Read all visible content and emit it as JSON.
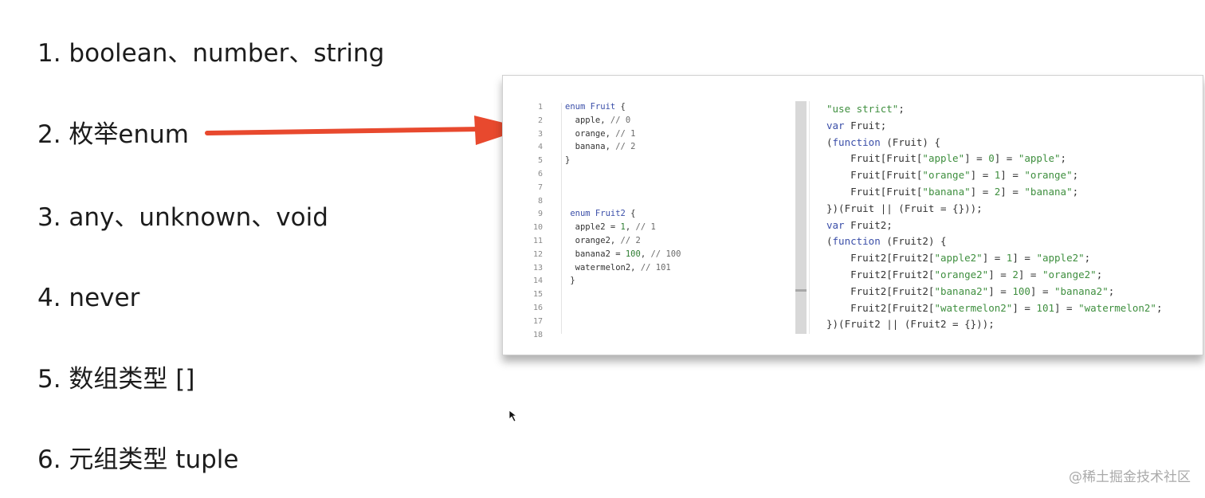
{
  "topics": [
    "1. boolean、number、string",
    "2. 枚举enum",
    "3. any、unknown、void",
    "4. never",
    "5. 数组类型 []",
    "6. 元组类型 tuple"
  ],
  "arrow_color": "#e8492e",
  "source_code": {
    "line_numbers": [
      "1",
      "2",
      "3",
      "4",
      "5",
      "6",
      "7",
      "8",
      "9",
      "10",
      "11",
      "12",
      "13",
      "14",
      "15",
      "16",
      "17",
      "18"
    ],
    "lines": [
      {
        "kw": "enum Fruit",
        "rest": " {"
      },
      {
        "text": "  apple, ",
        "comment": "// 0"
      },
      {
        "text": "  orange, ",
        "comment": "// 1"
      },
      {
        "text": "  banana, ",
        "comment": "// 2"
      },
      {
        "text": "}"
      },
      {
        "text": ""
      },
      {
        "text": ""
      },
      {
        "text": ""
      },
      {
        "kw": " enum Fruit2",
        "rest": " {"
      },
      {
        "text": "  apple2 = ",
        "num": "1",
        "after": ", ",
        "comment": "// 1"
      },
      {
        "text": "  orange2, ",
        "comment": "// 2"
      },
      {
        "text": "  banana2 = ",
        "num": "100",
        "after": ", ",
        "comment": "// 100"
      },
      {
        "text": "  watermelon2, ",
        "comment": "// 101"
      },
      {
        "text": " }"
      }
    ]
  },
  "compiled_output": [
    "\"use strict\";",
    "var Fruit;",
    "(function (Fruit) {",
    "    Fruit[Fruit[\"apple\"] = 0] = \"apple\";",
    "    Fruit[Fruit[\"orange\"] = 1] = \"orange\";",
    "    Fruit[Fruit[\"banana\"] = 2] = \"banana\";",
    "})(Fruit || (Fruit = {}));",
    "var Fruit2;",
    "(function (Fruit2) {",
    "    Fruit2[Fruit2[\"apple2\"] = 1] = \"apple2\";",
    "    Fruit2[Fruit2[\"orange2\"] = 2] = \"orange2\";",
    "    Fruit2[Fruit2[\"banana2\"] = 100] = \"banana2\";",
    "    Fruit2[Fruit2[\"watermelon2\"] = 101] = \"watermelon2\";",
    "})(Fruit2 || (Fruit2 = {}));"
  ],
  "watermark": "@稀土掘金技术社区"
}
